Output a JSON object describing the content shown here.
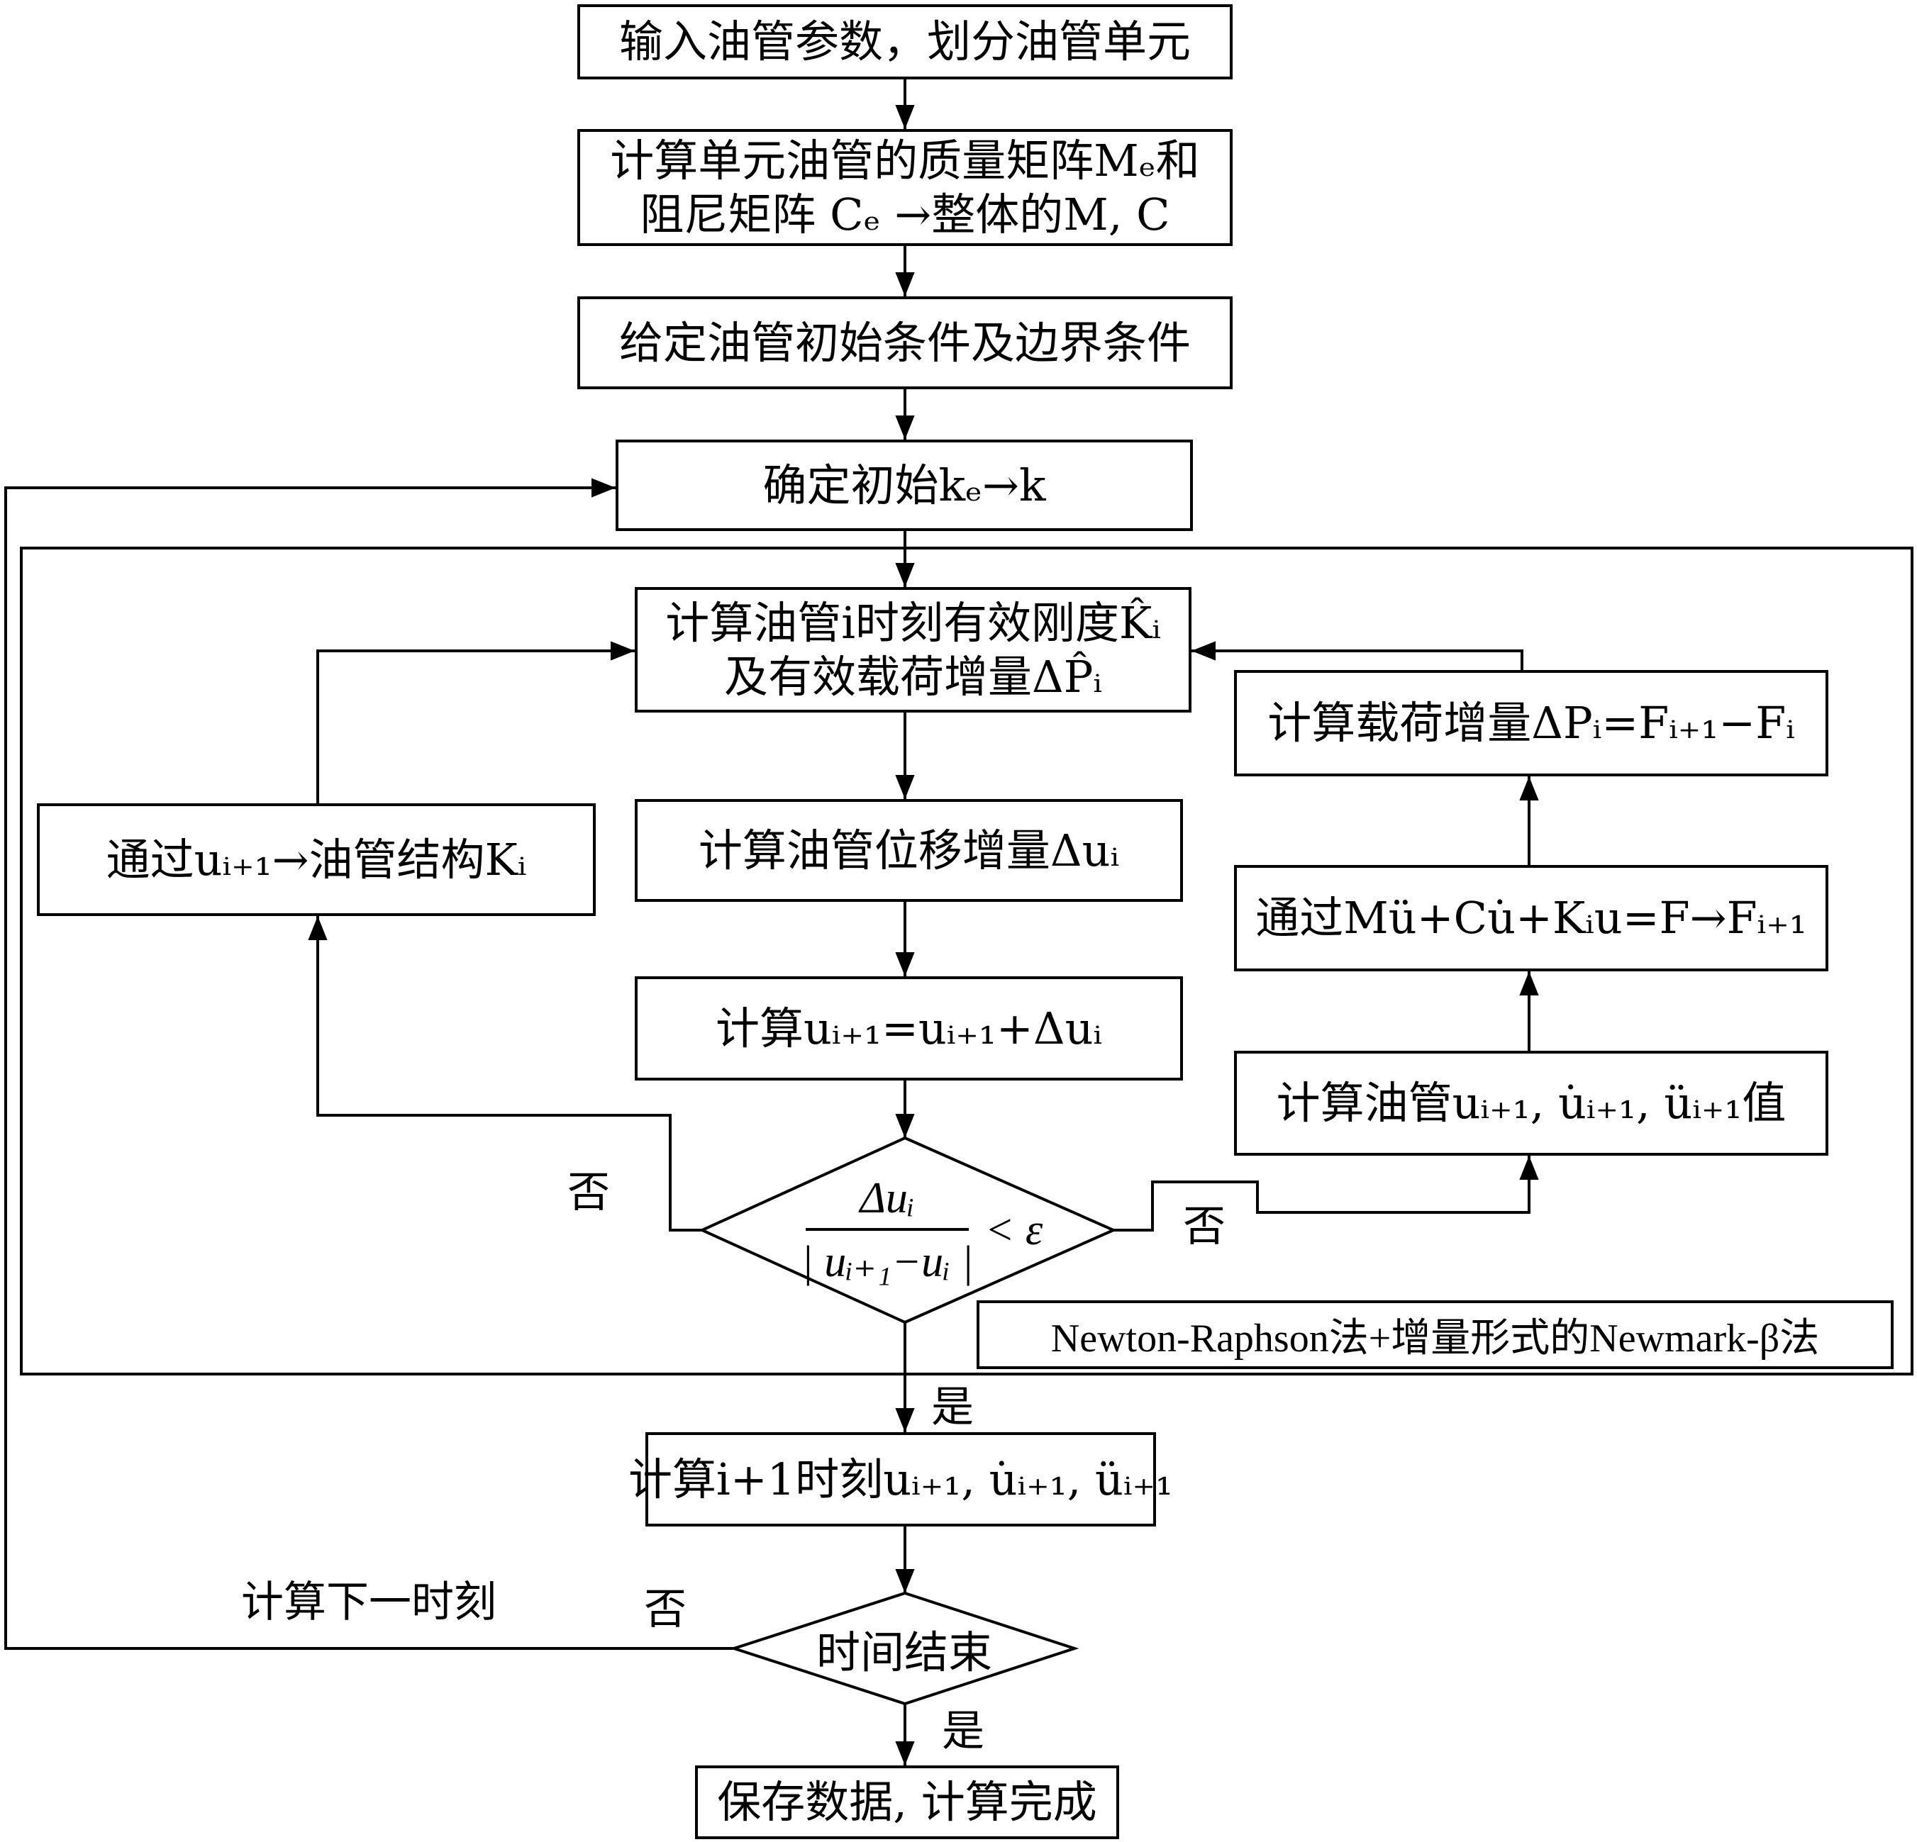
{
  "nodes": {
    "input": "输入油管参数，划分油管单元",
    "mass_line1": "计算单元油管的质量矩阵Mₑ和",
    "mass_line2": "阻尼矩阵 Cₑ →整体的M, C",
    "conditions": "给定油管初始条件及边界条件",
    "init_k": "确定初始kₑ→k",
    "eff_line1": "计算油管i时刻有效刚度K̂ᵢ",
    "eff_line2": "及有效载荷增量ΔP̂ᵢ",
    "disp_incr": "计算油管位移增量Δuᵢ",
    "update_u": "计算uᵢ₊₁=uᵢ₊₁+Δuᵢ",
    "structure_k": "通过uᵢ₊₁→油管结构Kᵢ",
    "load_incr": "计算载荷增量ΔPᵢ=Fᵢ₊₁−Fᵢ",
    "equation": "通过Mü+Cu̇+Kᵢu=F→Fᵢ₊₁",
    "calc_vals": "计算油管uᵢ₊₁, u̇ᵢ₊₁, üᵢ₊₁值",
    "convergence_num": "Δuᵢ",
    "convergence_den": "| uᵢ₊₁−uᵢ |",
    "convergence_rel": "< ε",
    "next_step": "计算i+1时刻uᵢ₊₁, u̇ᵢ₊₁, üᵢ₊₁",
    "time_end": "时间结束",
    "finish": "保存数据, 计算完成"
  },
  "labels": {
    "no_left": "否",
    "no_right": "否",
    "yes_conv": "是",
    "no_time": "否",
    "yes_time": "是",
    "next_moment": "计算下一时刻"
  },
  "method_note": "Newton-Raphson法+增量形式的Newmark-β法"
}
